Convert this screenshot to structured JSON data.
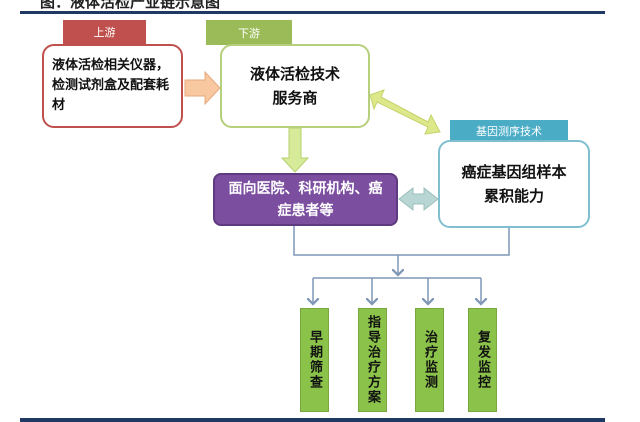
{
  "title": "图：液体活检产业链示意图",
  "upstream": {
    "tag": "上游",
    "text": "液体活检相关仪器，检测试剂盒及配套耗材"
  },
  "downstream": {
    "tag": "下游",
    "text": "液体活检技术服务商"
  },
  "sequencing": {
    "tag": "基因测序技术",
    "text": "癌症基因组样本累积能力"
  },
  "customers": {
    "text": "面向医院、科研机构、癌症患者等"
  },
  "applications": [
    "早期筛查",
    "指导治疗方案",
    "治疗监测",
    "复发监控"
  ],
  "colors": {
    "red": "#c0504d",
    "green": "#9bbb59",
    "blue": "#4bacc6",
    "purple": "#7b4ea0",
    "app": "#8bc34a",
    "line": "#7f97b6"
  }
}
